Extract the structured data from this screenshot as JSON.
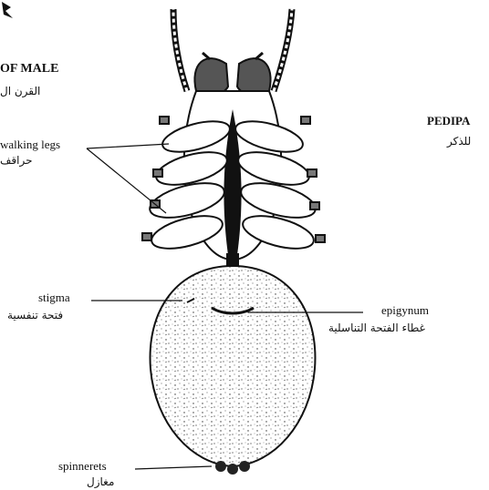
{
  "labels": {
    "male_title_en": "OF MALE",
    "male_title_ar": "القرن ال",
    "walking_legs_en": "walking legs",
    "walking_legs_ar": "حراقف",
    "pedipalp_en": "PEDIPA",
    "pedipalp_ar": "للذكر",
    "stigma_en": "stigma",
    "stigma_ar": "فتحة تنفسية",
    "epigynum_en": "epigynum",
    "epigynum_ar": "غطاء الفتحة التناسلية",
    "spinnerets_en": "spinnerets",
    "spinnerets_ar": "مغازل"
  },
  "colors": {
    "ink": "#111111",
    "paper": "#ffffff",
    "shade": "#cfcfcf"
  }
}
